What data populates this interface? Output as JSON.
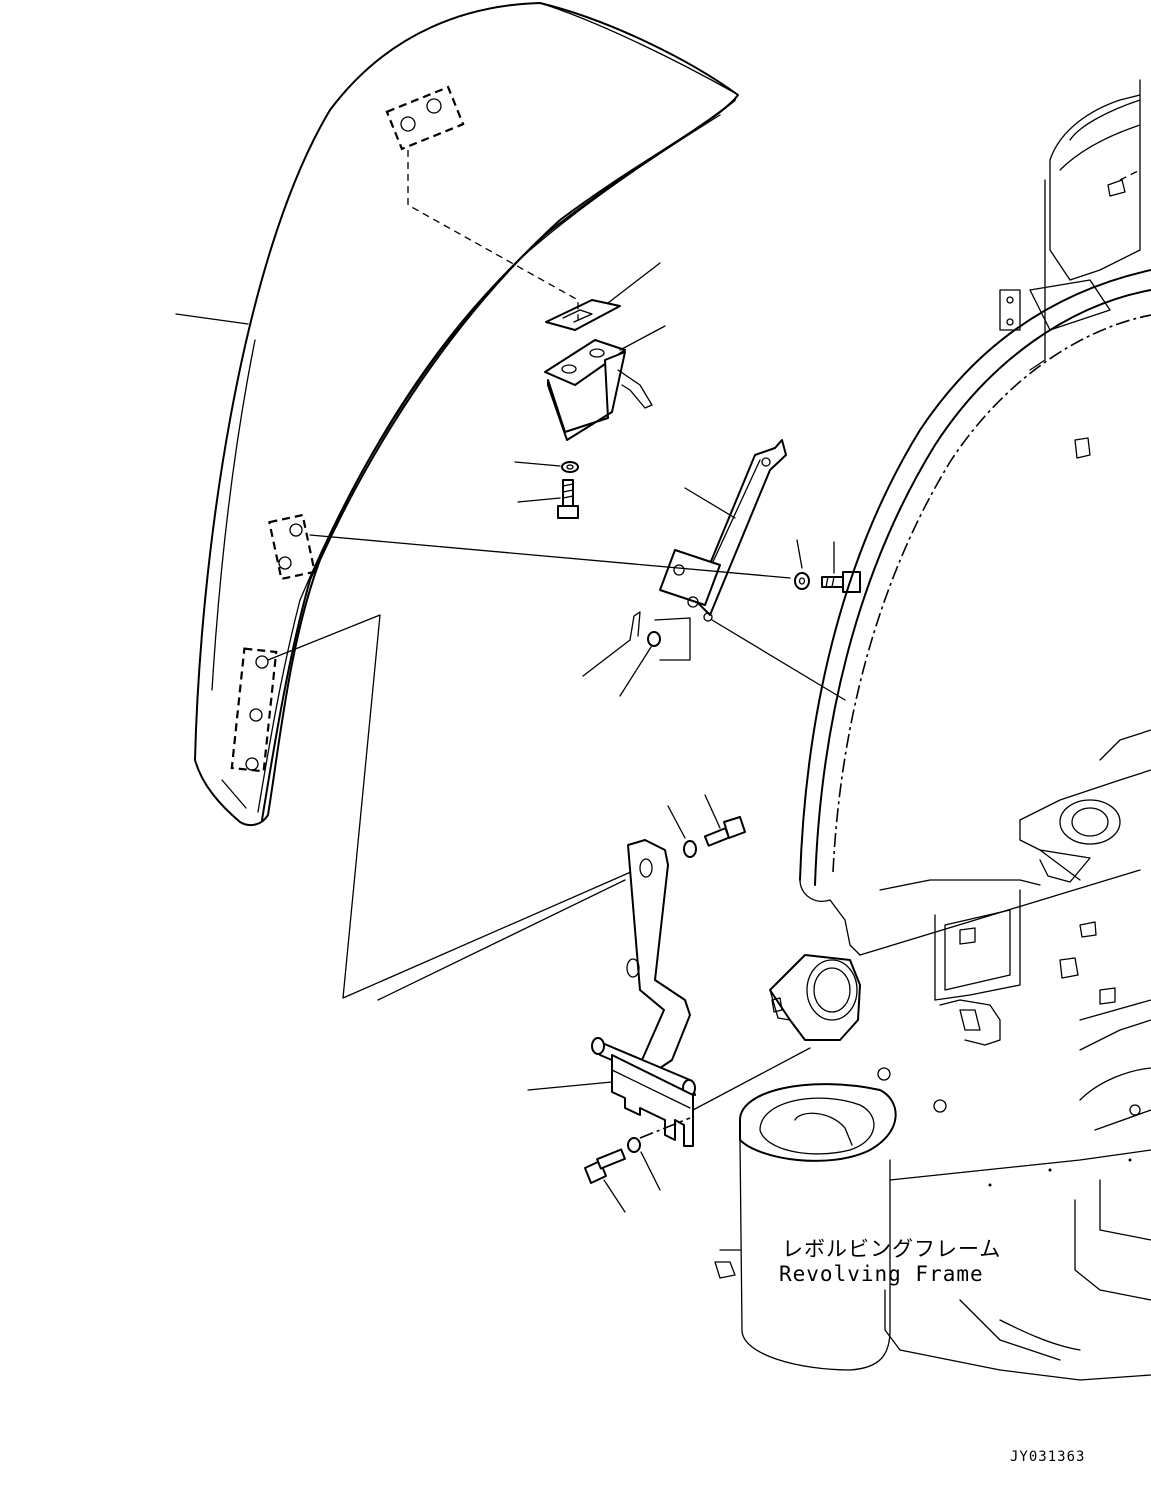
{
  "labels": {
    "frame_jp": "レボルビングフレーム",
    "frame_en": "Revolving Frame"
  },
  "drawing_code": "JY031363"
}
